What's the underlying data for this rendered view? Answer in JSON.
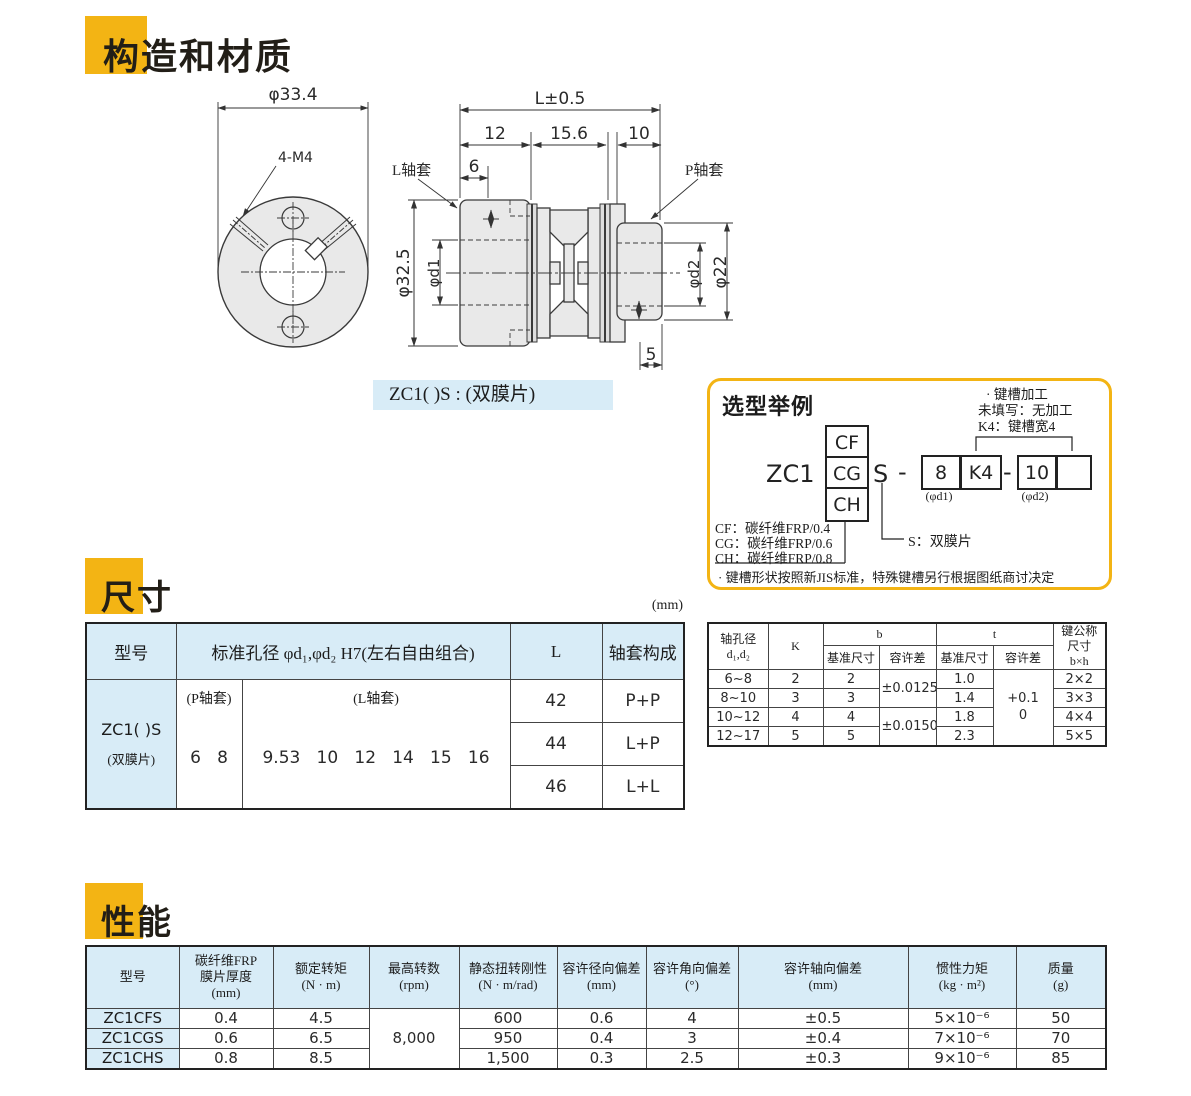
{
  "sections": {
    "construction": "构造和材质",
    "dimensions": "尺寸",
    "performance": "性能",
    "unit_note": "(mm)"
  },
  "front_view": {
    "dia_outer": "φ33.4",
    "screw_label": "4-M4"
  },
  "section_view": {
    "dim_total": "L±0.5",
    "dim_left_hub": "12",
    "dim_disc_span": "15.6",
    "dim_right_hub": "10",
    "dim_screw_offset": "6",
    "dim_hub_offset": "5",
    "label_l_sleeve": "L轴套",
    "label_p_sleeve": "P轴套",
    "dia_left_outer": "φ32.5",
    "dia_d1": "φd1",
    "dia_d2": "φd2",
    "dia_right_outer": "φ22"
  },
  "caption": "ZC1( )S : (双膜片)",
  "selection": {
    "title": "选型举例",
    "keyway_note_1": "· 键槽加工",
    "keyway_note_2": "未填写：无加工",
    "keyway_note_3": "K4：键槽宽4",
    "code_prefix": "ZC1",
    "stack": [
      "CF",
      "CG",
      "CH"
    ],
    "code_s": "S",
    "dash1": "-",
    "code_d1": "8",
    "code_k4": "K4",
    "dash2": "-",
    "code_d2": "10",
    "d1_label": "(φd1)",
    "d2_label": "(φd2)",
    "material_notes": [
      "CF：碳纤维FRP/0.4",
      "CG：碳纤维FRP/0.6",
      "CH：碳纤维FRP/0.8"
    ],
    "s_note": "S：双膜片",
    "bottom_note": "· 键槽形状按照新JIS标准，特殊键槽另行根据图纸商讨决定"
  },
  "dim_table": {
    "h_model": "型号",
    "h_bore": "标准孔径 φd₁,φd₂ H7(左右自由组合)",
    "h_length": "L",
    "h_sleeve": "轴套构成",
    "model": "ZC1( )S",
    "model_sub": "(双膜片)",
    "p_label": "(P轴套)",
    "p_values": "6   8",
    "l_label": "(L轴套)",
    "l_values": "9.53   10   12   14   15   16",
    "rows": [
      {
        "length": "42",
        "sleeve": "P+P"
      },
      {
        "length": "44",
        "sleeve": "L+P"
      },
      {
        "length": "46",
        "sleeve": "L+L"
      }
    ]
  },
  "key_table": {
    "h_bore": "轴孔径\nd₁,d₂",
    "h_k": "K",
    "h_b": "b",
    "h_t": "t",
    "h_nominal": "键公称\n尺寸\nb×h",
    "h_base1": "基准尺寸",
    "h_tol1": "容许差",
    "h_base2": "基准尺寸",
    "h_tol2": "容许差",
    "b_tol_upper": "±0.0125",
    "b_tol_lower": "±0.0150",
    "t_tol": "+0.1\n0",
    "rows": [
      {
        "bore": "6~8",
        "k": "2",
        "b_base": "2",
        "t_base": "1.0",
        "nominal": "2×2"
      },
      {
        "bore": "8~10",
        "k": "3",
        "b_base": "3",
        "t_base": "1.4",
        "nominal": "3×3"
      },
      {
        "bore": "10~12",
        "k": "4",
        "b_base": "4",
        "t_base": "1.8",
        "nominal": "4×4"
      },
      {
        "bore": "12~17",
        "k": "5",
        "b_base": "5",
        "t_base": "2.3",
        "nominal": "5×5"
      }
    ]
  },
  "perf_table": {
    "headers": [
      "型号",
      "碳纤维FRP\n膜片厚度\n(mm)",
      "额定转矩\n(N · m)",
      "最高转数\n(rpm)",
      "静态扭转刚性\n(N · m/rad)",
      "容许径向偏差\n(mm)",
      "容许角向偏差\n(°)",
      "容许轴向偏差\n(mm)",
      "惯性力矩\n(kg · m²)",
      "质量\n(g)"
    ],
    "rpm": "8,000",
    "rows": [
      {
        "model": "ZC1CFS",
        "thickness": "0.4",
        "torque": "4.5",
        "rigidity": "600",
        "radial": "0.6",
        "angular": "4",
        "axial": "±0.5",
        "inertia": "5×10⁻⁶",
        "mass": "50"
      },
      {
        "model": "ZC1CGS",
        "thickness": "0.6",
        "torque": "6.5",
        "rigidity": "950",
        "radial": "0.4",
        "angular": "3",
        "axial": "±0.4",
        "inertia": "7×10⁻⁶",
        "mass": "70"
      },
      {
        "model": "ZC1CHS",
        "thickness": "0.8",
        "torque": "8.5",
        "rigidity": "1,500",
        "radial": "0.3",
        "angular": "2.5",
        "axial": "±0.3",
        "inertia": "9×10⁻⁶",
        "mass": "85"
      }
    ]
  },
  "colors": {
    "accent_yellow": "#F3B414",
    "header_blue": "#D8ECF7"
  }
}
